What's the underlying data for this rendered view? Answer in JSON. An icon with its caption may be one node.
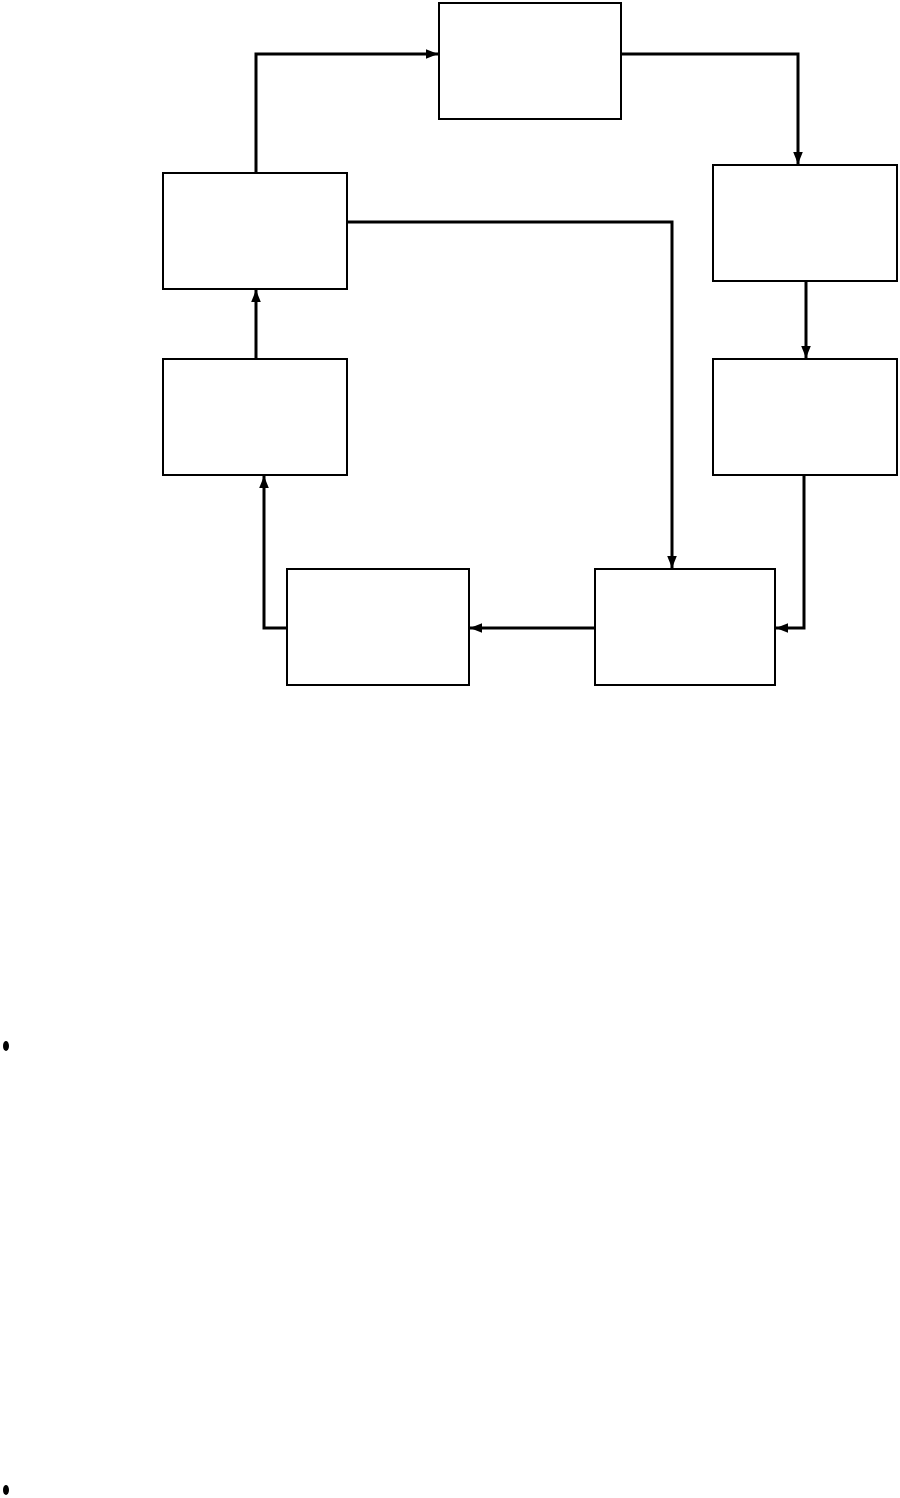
{
  "diagram": {
    "nodes": [
      {
        "text": [],
        "shape": "box"
      },
      {
        "text": [],
        "shape": "box"
      },
      {
        "text": [],
        "shape": "box"
      },
      {
        "text": [],
        "shape": "box"
      },
      {
        "text": [],
        "shape": "box"
      },
      {
        "text": [],
        "shape": "box"
      },
      {
        "text": [],
        "shape": "box"
      }
    ],
    "edges": [
      {
        "from": 1,
        "to": 0,
        "arrow": "to"
      },
      {
        "from": 0,
        "to": 2,
        "arrow": "to"
      },
      {
        "from": 2,
        "to": 4,
        "arrow": "to"
      },
      {
        "from": 4,
        "to": 6,
        "arrow": "to"
      },
      {
        "from": 1,
        "to": 6,
        "arrow": "to"
      },
      {
        "from": 6,
        "to": 5,
        "arrow": "to"
      },
      {
        "from": 5,
        "to": 3,
        "arrow": "to"
      },
      {
        "from": 3,
        "to": 1,
        "arrow": "to"
      }
    ]
  }
}
